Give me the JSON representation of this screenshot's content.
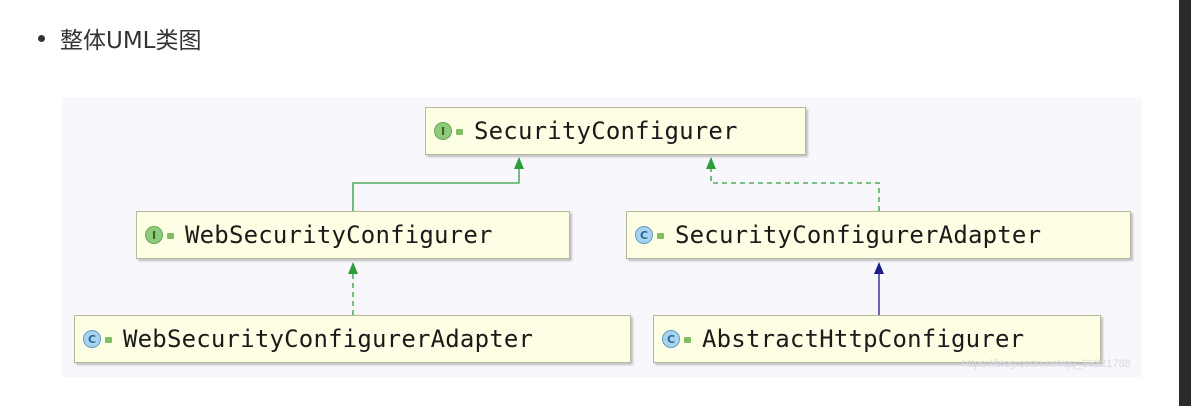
{
  "heading": {
    "text": "整体UML类图"
  },
  "diagram": {
    "nodes": [
      {
        "name": "SecurityConfigurer",
        "kind": "interface",
        "icon_letter": "I"
      },
      {
        "name": "WebSecurityConfigurer",
        "kind": "interface",
        "icon_letter": "I"
      },
      {
        "name": "SecurityConfigurerAdapter",
        "kind": "class",
        "icon_letter": "C"
      },
      {
        "name": "WebSecurityConfigurerAdapter",
        "kind": "class",
        "icon_letter": "C"
      },
      {
        "name": "AbstractHttpConfigurer",
        "kind": "class",
        "icon_letter": "C"
      }
    ],
    "edges": [
      {
        "from": "WebSecurityConfigurer",
        "to": "SecurityConfigurer",
        "type": "extends",
        "style": "solid",
        "color": "#2e9e3a"
      },
      {
        "from": "SecurityConfigurerAdapter",
        "to": "SecurityConfigurer",
        "type": "implements",
        "style": "dashed",
        "color": "#2e9e3a"
      },
      {
        "from": "WebSecurityConfigurerAdapter",
        "to": "WebSecurityConfigurer",
        "type": "implements",
        "style": "dashed",
        "color": "#2e9e3a"
      },
      {
        "from": "AbstractHttpConfigurer",
        "to": "SecurityConfigurerAdapter",
        "type": "extends",
        "style": "solid",
        "color": "#1c1c8a"
      }
    ],
    "watermark": "https://blog.csdn.net/qq_36221788"
  },
  "colors": {
    "node_fill": "#fefee4",
    "node_border": "#b7b79c",
    "canvas_bg": "#f7f7fc",
    "interface_icon": "#8fc97a",
    "class_icon": "#a9d4ef"
  }
}
